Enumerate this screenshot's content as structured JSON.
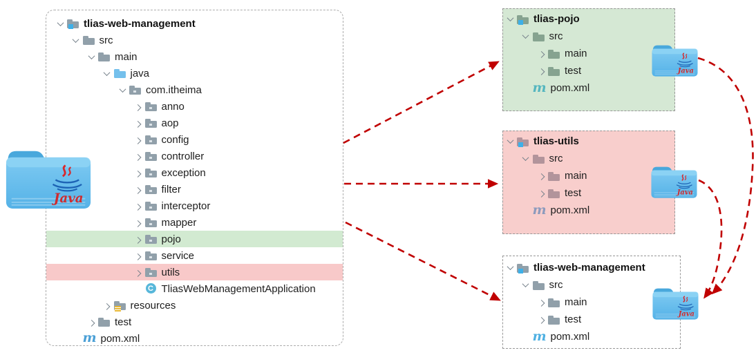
{
  "colors": {
    "arrow_red": "#c00000",
    "green_bg": "#d5e8d4",
    "pink_bg": "#f8cecc",
    "green_row": "#d2ead1",
    "pink_row": "#f8c9c9"
  },
  "main_tree": {
    "rows": [
      {
        "label": "tlias-web-management",
        "level": 0,
        "chevron": "down",
        "icon": "module-folder",
        "bold": true
      },
      {
        "label": "src",
        "level": 1,
        "chevron": "down",
        "icon": "folder"
      },
      {
        "label": "main",
        "level": 2,
        "chevron": "down",
        "icon": "folder"
      },
      {
        "label": "java",
        "level": 3,
        "chevron": "down",
        "icon": "source-folder"
      },
      {
        "label": "com.itheima",
        "level": 4,
        "chevron": "down",
        "icon": "package-folder"
      },
      {
        "label": "anno",
        "level": 5,
        "chevron": "right",
        "icon": "package-folder"
      },
      {
        "label": "aop",
        "level": 5,
        "chevron": "right",
        "icon": "package-folder"
      },
      {
        "label": "config",
        "level": 5,
        "chevron": "right",
        "icon": "package-folder"
      },
      {
        "label": "controller",
        "level": 5,
        "chevron": "right",
        "icon": "package-folder"
      },
      {
        "label": "exception",
        "level": 5,
        "chevron": "right",
        "icon": "package-folder"
      },
      {
        "label": "filter",
        "level": 5,
        "chevron": "right",
        "icon": "package-folder"
      },
      {
        "label": "interceptor",
        "level": 5,
        "chevron": "right",
        "icon": "package-folder"
      },
      {
        "label": "mapper",
        "level": 5,
        "chevron": "right",
        "icon": "package-folder"
      },
      {
        "label": "pojo",
        "level": 5,
        "chevron": "right",
        "icon": "package-folder",
        "highlight": "green"
      },
      {
        "label": "service",
        "level": 5,
        "chevron": "right",
        "icon": "package-folder"
      },
      {
        "label": "utils",
        "level": 5,
        "chevron": "right",
        "icon": "package-folder",
        "highlight": "pink"
      },
      {
        "label": "TliasWebManagementApplication",
        "level": 5,
        "chevron": "none",
        "icon": "class"
      },
      {
        "label": "resources",
        "level": 3,
        "chevron": "right",
        "icon": "resources-folder"
      },
      {
        "label": "test",
        "level": 2,
        "chevron": "right",
        "icon": "folder"
      },
      {
        "label": "pom.xml",
        "level": 1,
        "chevron": "none",
        "icon": "maven"
      }
    ]
  },
  "modules": [
    {
      "name": "tlias-pojo",
      "theme": "green",
      "rows": [
        {
          "label": "tlias-pojo",
          "level": 0,
          "chevron": "down",
          "icon": "module-folder",
          "bold": true
        },
        {
          "label": "src",
          "level": 1,
          "chevron": "down",
          "icon": "folder"
        },
        {
          "label": "main",
          "level": 2,
          "chevron": "right",
          "icon": "folder"
        },
        {
          "label": "test",
          "level": 2,
          "chevron": "right",
          "icon": "folder"
        },
        {
          "label": "pom.xml",
          "level": 1,
          "chevron": "none",
          "icon": "maven"
        }
      ]
    },
    {
      "name": "tlias-utils",
      "theme": "pink",
      "rows": [
        {
          "label": "tlias-utils",
          "level": 0,
          "chevron": "down",
          "icon": "module-folder",
          "bold": true
        },
        {
          "label": "src",
          "level": 1,
          "chevron": "down",
          "icon": "folder"
        },
        {
          "label": "main",
          "level": 2,
          "chevron": "right",
          "icon": "folder"
        },
        {
          "label": "test",
          "level": 2,
          "chevron": "right",
          "icon": "folder"
        },
        {
          "label": "pom.xml",
          "level": 1,
          "chevron": "none",
          "icon": "maven"
        }
      ]
    },
    {
      "name": "tlias-web-management",
      "theme": "white",
      "rows": [
        {
          "label": "tlias-web-management",
          "level": 0,
          "chevron": "down",
          "icon": "module-folder",
          "bold": true
        },
        {
          "label": "src",
          "level": 1,
          "chevron": "down",
          "icon": "folder"
        },
        {
          "label": "main",
          "level": 2,
          "chevron": "right",
          "icon": "folder"
        },
        {
          "label": "test",
          "level": 2,
          "chevron": "right",
          "icon": "folder"
        },
        {
          "label": "pom.xml",
          "level": 1,
          "chevron": "none",
          "icon": "maven"
        }
      ]
    }
  ],
  "icons": {
    "java_folder": "java-folder-icon",
    "java_logo_text": "Java"
  }
}
